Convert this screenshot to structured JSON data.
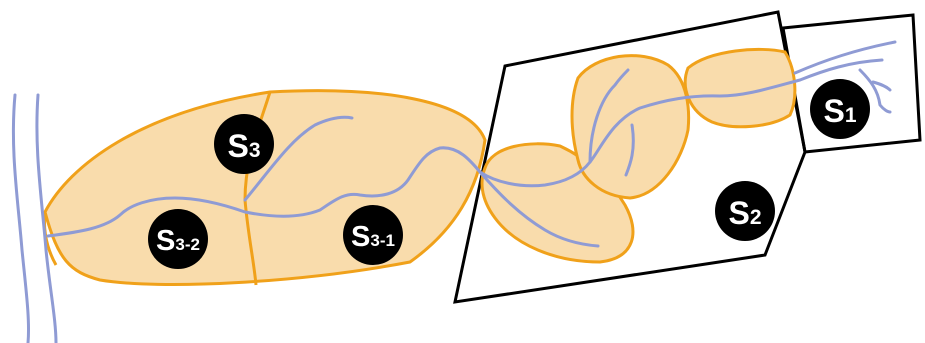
{
  "colors": {
    "background": "#ffffff",
    "segment_fill": "#f9dcac",
    "segment_outline": "#f0a11a",
    "vessel": "#8f9bd4",
    "frame": "#000000",
    "badge_fill": "#000000",
    "badge_text": "#ffffff"
  },
  "labels": {
    "s1": {
      "main": "S",
      "sub": "1"
    },
    "s2": {
      "main": "S",
      "sub": "2"
    },
    "s3": {
      "main": "S",
      "sub": "3"
    },
    "s3_1": {
      "main": "S",
      "sub": "3-1"
    },
    "s3_2": {
      "main": "S",
      "sub": "3-2"
    }
  }
}
